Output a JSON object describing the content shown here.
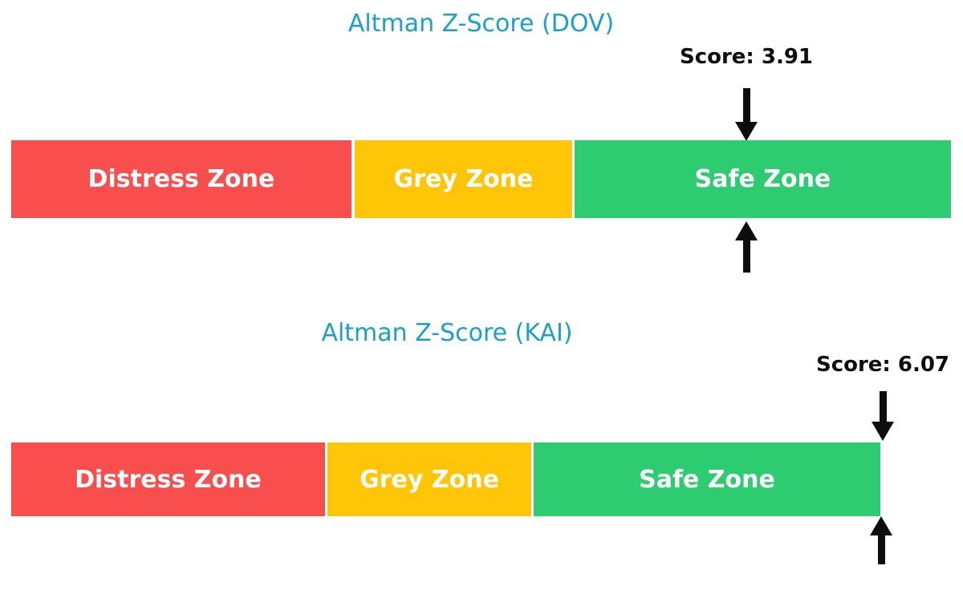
{
  "colors": {
    "background": "#ffffff",
    "title_blue": "#1b9fcb",
    "distress_red": "#f94e4e",
    "grey_zone_yellow": "#ffc506",
    "safe_zone_green": "#2ecc71",
    "arrow_black": "#0d0d0d",
    "zone_text": "#ffffff"
  },
  "chart_data": [
    {
      "type": "bar",
      "subtype": "horizontal-zone-gauge",
      "title": "Altman Z-Score (DOV)",
      "ticker": "DOV",
      "score": 3.91,
      "score_label": "Score: 3.91",
      "xlim": [
        0,
        5.0
      ],
      "grid": false,
      "legend": "none",
      "zones": [
        {
          "label": "Distress Zone",
          "range": [
            0,
            1.81
          ],
          "color": "#f94e4e"
        },
        {
          "label": "Grey Zone",
          "range": [
            1.81,
            2.99
          ],
          "color": "#ffc506"
        },
        {
          "label": "Safe Zone",
          "range": [
            2.99,
            5.0
          ],
          "color": "#2ecc71"
        }
      ],
      "annotations": [
        {
          "type": "down-arrow",
          "at_score": 3.91,
          "position": "above-bar"
        },
        {
          "type": "up-arrow",
          "at_score": 3.91,
          "position": "below-bar"
        }
      ]
    },
    {
      "type": "bar",
      "subtype": "horizontal-zone-gauge",
      "title": "Altman Z-Score (KAI)",
      "ticker": "KAI",
      "score": 6.07,
      "score_label": "Score: 6.07",
      "xlim": [
        0,
        5.0
      ],
      "grid": false,
      "legend": "none",
      "zones": [
        {
          "label": "Distress Zone",
          "range": [
            0,
            1.81
          ],
          "color": "#f94e4e"
        },
        {
          "label": "Grey Zone",
          "range": [
            1.81,
            2.99
          ],
          "color": "#ffc506"
        },
        {
          "label": "Safe Zone",
          "range": [
            2.99,
            5.0
          ],
          "color": "#2ecc71"
        }
      ],
      "annotations": [
        {
          "type": "down-arrow",
          "at_score": 6.07,
          "clamped_to": "right-edge",
          "position": "above-bar"
        },
        {
          "type": "up-arrow",
          "at_score": 6.07,
          "clamped_to": "right-edge",
          "position": "below-bar"
        }
      ]
    }
  ]
}
